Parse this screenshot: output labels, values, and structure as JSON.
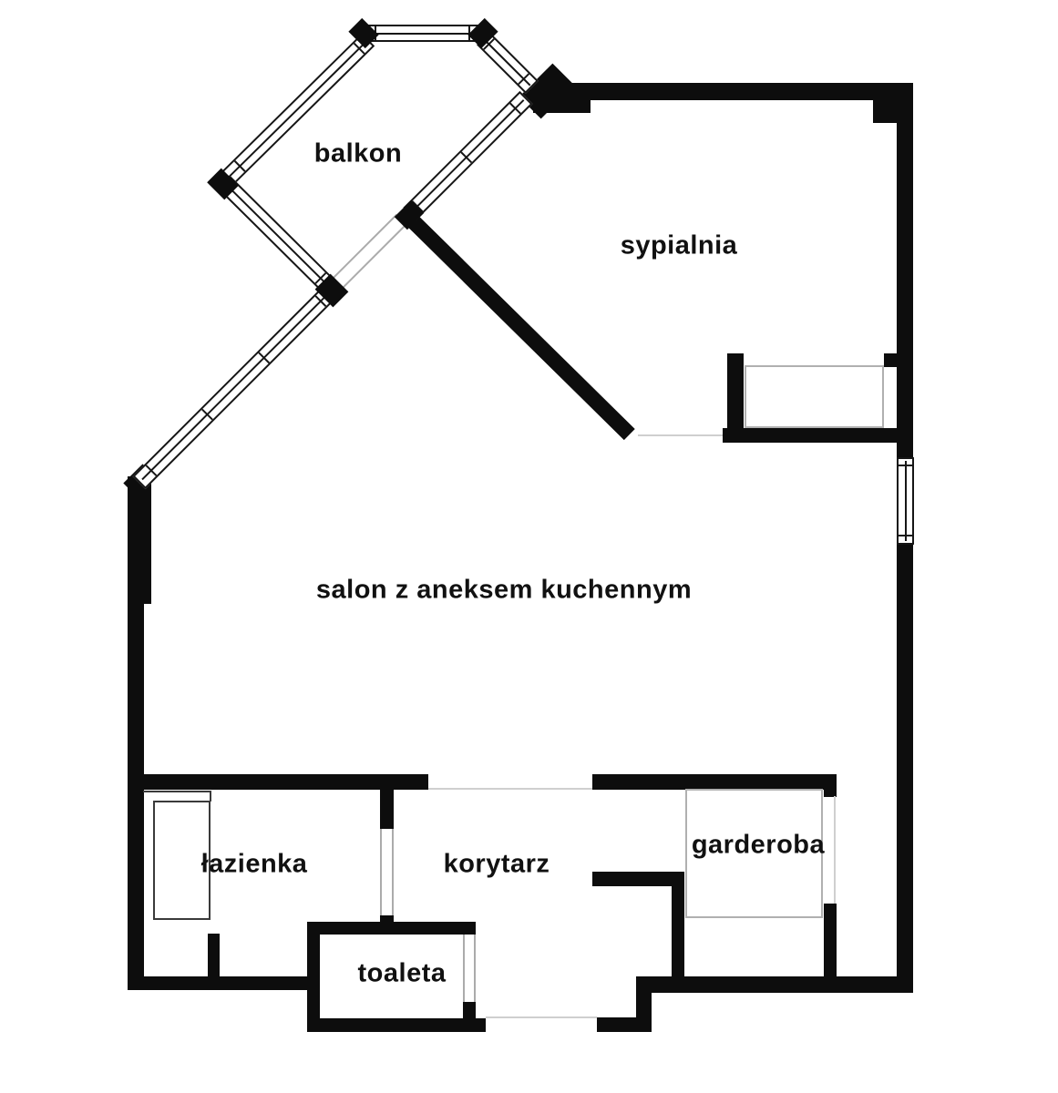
{
  "image_type": "apartment floor plan",
  "rooms": {
    "balcony": {
      "label": "balkon"
    },
    "bedroom": {
      "label": "sypialnia"
    },
    "living_room": {
      "label": "salon z aneksem kuchennym"
    },
    "bathroom": {
      "label": "łazienka"
    },
    "corridor": {
      "label": "korytarz"
    },
    "toilet": {
      "label": "toaleta"
    },
    "wardrobe": {
      "label": "garderoba"
    }
  },
  "colors": {
    "wall": "#0d0d0d",
    "window_line": "#161616",
    "door_jamb_line": "#ababab",
    "fixture_line": "#b0b0b0",
    "shower_line": "#3a3a3a",
    "opening_line": "#cfcfcf",
    "label_text": "#111111",
    "background": "#ffffff"
  }
}
